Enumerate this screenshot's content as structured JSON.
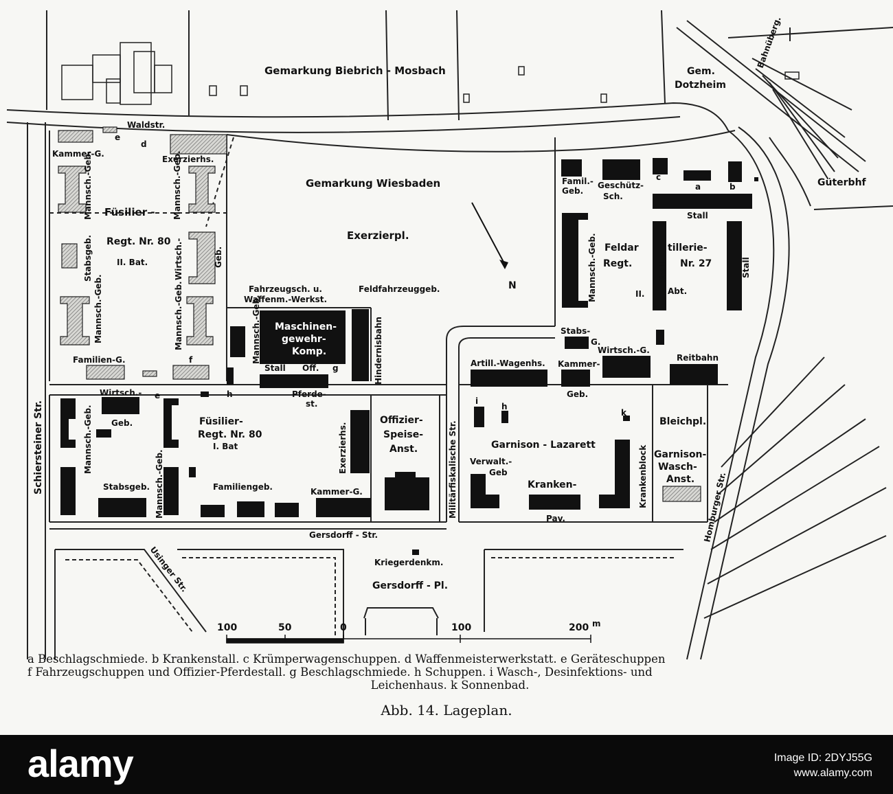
{
  "map": {
    "labels": {
      "biebrich": "Gemarkung Biebrich - Mosbach",
      "gem": "Gem.",
      "dotzheim": "Dotzheim",
      "bahnuberg": "Bahnüberg.",
      "guterbhf": "Güterbhf",
      "waldstr": "Waldstr.",
      "wiesbaden": "Gemarkung Wiesbaden",
      "exerzierpl": "Exerzierpl.",
      "north": "N",
      "kammer_g_top": "Kammer-G.",
      "e_top": "e",
      "d_top": "d",
      "exerzierhs_top": "Exerzierhs.",
      "fusilier": "Füsilier -",
      "mannsch_geb_a": "Mannsch.-Geb.",
      "mannsch_geb_b": "Mannsch.-Geb.",
      "regt_80": "Regt. Nr. 80",
      "ii_bat": "II. Bat.",
      "stabsgeb_left": "Stabsgeb.",
      "wirtsch_left": "Wirtsch.-",
      "geb_left": "Geb.",
      "mannsch_geb_c": "Mannsch.-Geb.",
      "mannsch_geb_d": "Mannsch.-Geb.",
      "familien_g": "Familien-G.",
      "f_small": "f",
      "fahrzeugsch": "Fahrzeugsch. u.",
      "waffenm": "Waffenm.-Werkst.",
      "feldfahrzeuggeb": "Feldfahrzeuggeb.",
      "mannsch_geb_e": "Mannsch.-Geb.",
      "maschinen": "Maschinen-",
      "gewehr": "gewehr-",
      "komp": "Komp.",
      "stall_mg": "Stall",
      "off": "Off.",
      "g_small": "g",
      "pferde": "Pferde-",
      "st": "st.",
      "hindernisbahn": "Hindernisbahn",
      "h_small": "h",
      "schiersteiner": "Schiersteiner Str.",
      "wirtsch_geb_low": "Wirtsch.-",
      "e_low": "e",
      "geb_low": "Geb.",
      "fusilier_low": "Füsilier-",
      "regt_80_low": "Regt. Nr. 80",
      "i_bat": "I. Bat",
      "mannsch_geb_f": "Mannsch.-Geb.",
      "mannsch_geb_g": "Mannsch.-Geb.",
      "stabsgeb_low": "Stabsgeb.",
      "familiengeb": "Familiengeb.",
      "exerzierhs_low": "Exerzierhs.",
      "kammer_g_low": "Kammer-G.",
      "offizier": "Offizier-",
      "speise": "Speise-",
      "anst": "Anst.",
      "gersdorff_str": "Gersdorff - Str.",
      "kriegerdenkm": "Kriegerdenkm.",
      "gersdorff_pl": "Gersdorff - Pl.",
      "usinger": "Usinger Str.",
      "militarfisk": "Militärfiskalische Str.",
      "famil_geb_1": "Famil.-",
      "famil_geb_2": "Geb.",
      "geschutz_1": "Geschütz-",
      "geschutz_2": "Sch.",
      "c_small": "c",
      "a_small": "a",
      "b_small": "b",
      "stall_top": "Stall",
      "feldar": "Feldar",
      "tillerie": "tillerie-",
      "regt_27": "Regt.",
      "nr_27": "Nr. 27",
      "stall_mid": "Stall",
      "ii_abt": "II.",
      "abt": "Abt.",
      "mannsch_geb_fa": "Mannsch.-Geb.",
      "stall_right": "Stall",
      "stabs_g_1": "Stabs-",
      "stabs_g_2": "G.",
      "wirtsch_g": "Wirtsch.-G.",
      "reitbahn": "Reitbahn",
      "artill": "Artill.-Wagenhs.",
      "kammer_geb_1": "Kammer-",
      "kammer_geb_2": "Geb.",
      "i_small": "i",
      "h_small2": "h",
      "k_small": "k",
      "bleichpl": "Bleichpl.",
      "garnison_lazarett": "Garnison - Lazarett",
      "krankenblock": "Krankenblock",
      "garnison_w": "Garnison-",
      "wasch": "Wasch-",
      "wasch_anst": "Anst.",
      "verwalt": "Verwalt.-",
      "verwalt_geb": "Geb",
      "kranken": "Kranken-",
      "pav": "Pav.",
      "homburger": "Homburger Str."
    },
    "scale": {
      "ticks": [
        "100",
        "50",
        "0",
        "100",
        "200"
      ],
      "unit": "m"
    }
  },
  "legend": {
    "line1": "a Beschlagschmiede.  b Krankenstall.  c Krümperwagenschuppen.  d Waffenmeisterwerkstatt.  e Geräteschuppen",
    "line2": "f Fahrzeugschuppen und Offizier-Pferdestall.  g Beschlagschmiede.  h Schuppen.  i Wasch-, Desinfektions- und",
    "line3": "Leichenhaus.  k Sonnenbad."
  },
  "caption": "Abb. 14.  Lageplan.",
  "watermark": {
    "logo": "alamy",
    "id_text": "Image ID: 2DYJ55G",
    "site": "www.alamy.com"
  }
}
